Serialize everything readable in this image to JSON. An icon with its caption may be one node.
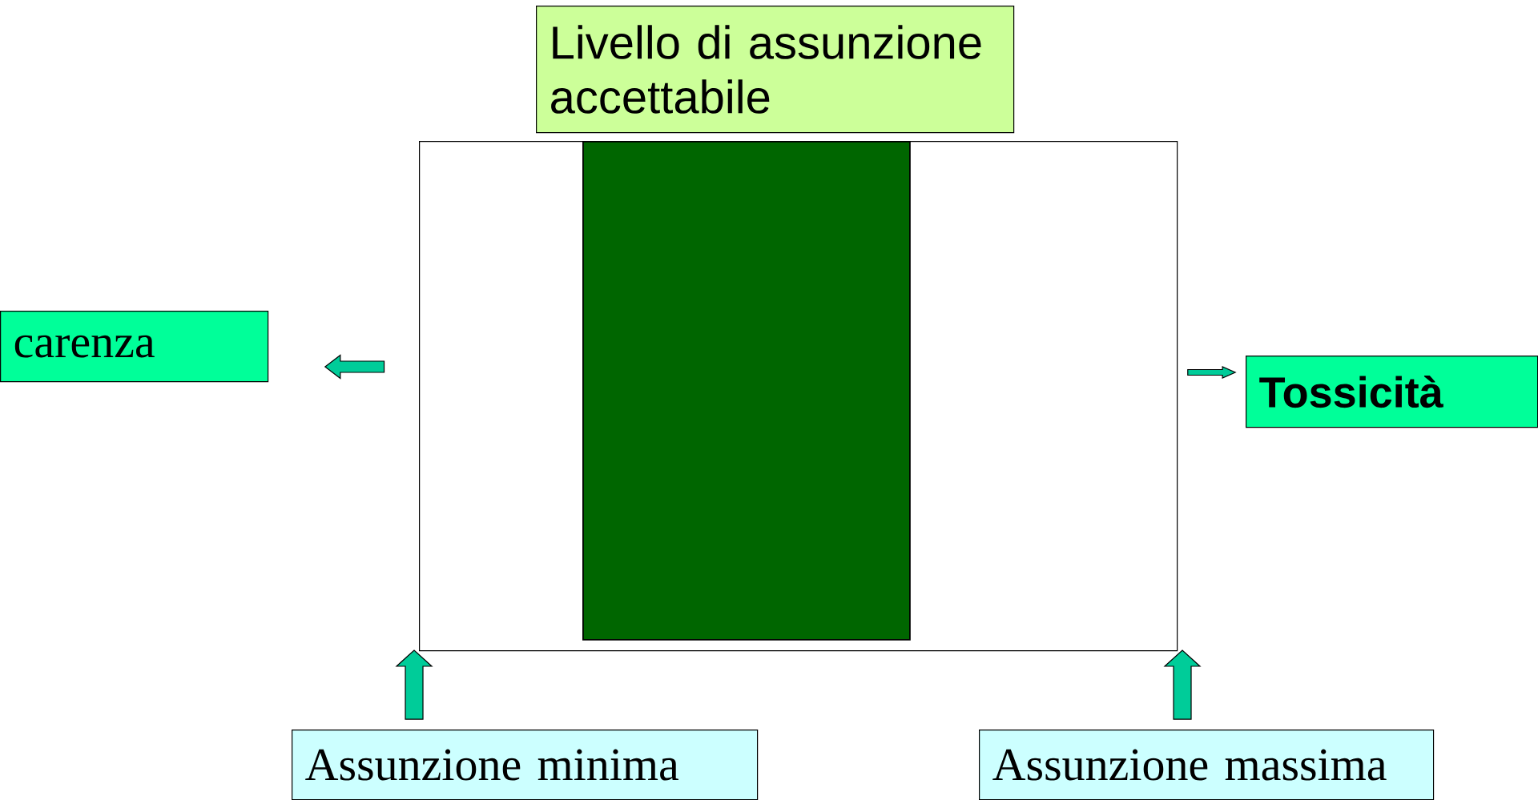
{
  "diagram": {
    "nodes": [
      {
        "text": [
          "Livello di assunzione accettabile"
        ]
      },
      {
        "text": [],
        "shape": "box"
      },
      {
        "text": [],
        "shape": "bar",
        "in": 1
      },
      {
        "text": [
          "carenza"
        ]
      },
      {
        "text": [
          "Tossicità"
        ]
      },
      {
        "text": [
          "Assunzione minima"
        ]
      },
      {
        "text": [
          "Assunzione massima"
        ]
      }
    ],
    "edges": [
      {
        "from": 1,
        "to": 3,
        "arrow": "to"
      },
      {
        "from": 1,
        "to": 4,
        "arrow": "to"
      },
      {
        "from": 5,
        "to": 1,
        "arrow": "to"
      },
      {
        "from": 6,
        "to": 1,
        "arrow": "to"
      }
    ]
  }
}
